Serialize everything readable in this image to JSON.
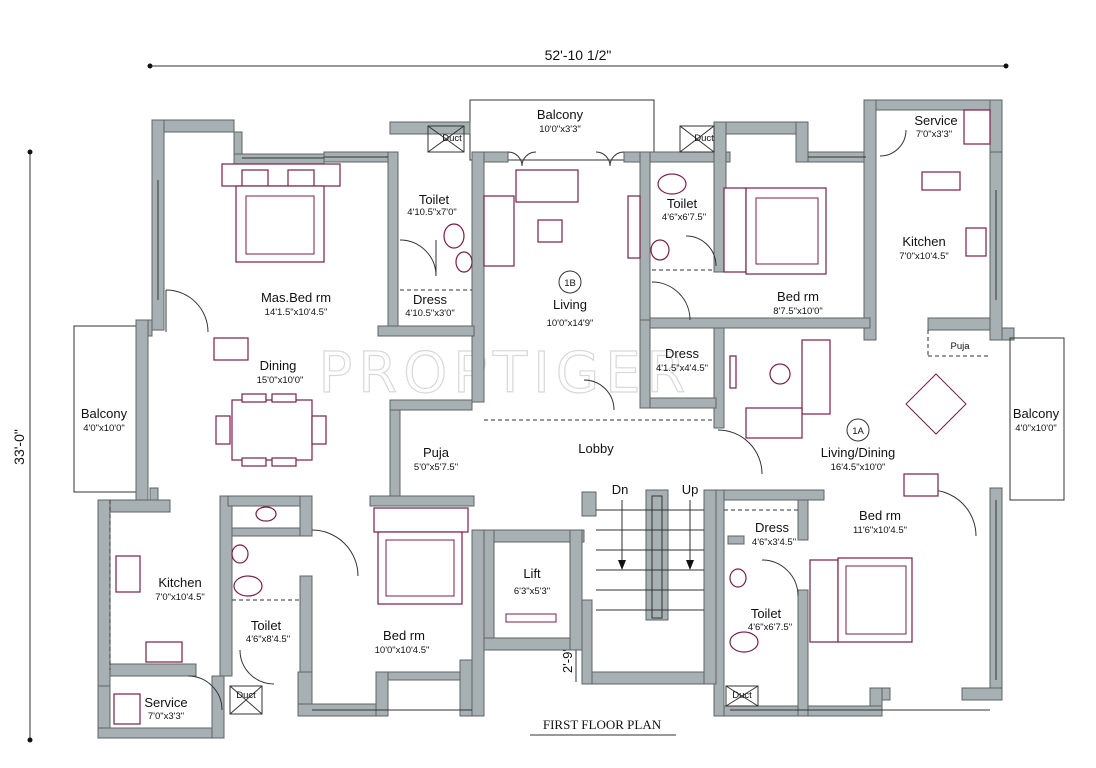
{
  "watermark": "PROPTIGER",
  "title": "FIRST FLOOR PLAN",
  "dimensions": {
    "overall_width": "52'-10 1/2\"",
    "overall_height": "33'-0\"",
    "stair_gap": "2'-9\""
  },
  "rooms": {
    "balcony_top": {
      "name": "Balcony",
      "size": "10'0\"x3'3\""
    },
    "service_top": {
      "name": "Service",
      "size": "7'0\"x3'3\""
    },
    "duct": "Duct",
    "toilet_1": {
      "name": "Toilet",
      "size": "4'10.5\"x7'0\""
    },
    "toilet_2": {
      "name": "Toilet",
      "size": "4'6\"x6'7.5\""
    },
    "toilet_3": {
      "name": "Toilet",
      "size": "4'6\"x8'4.5\""
    },
    "toilet_4": {
      "name": "Toilet",
      "size": "4'6\"x6'7.5\""
    },
    "kitchen_right": {
      "name": "Kitchen",
      "size": "7'0\"x10'4.5\""
    },
    "kitchen_left": {
      "name": "Kitchen",
      "size": "7'0\"x10'4.5\""
    },
    "mas_bed": {
      "name": "Mas.Bed rm",
      "size": "14'1.5\"x10'4.5\""
    },
    "dress_1": {
      "name": "Dress",
      "size": "4'10.5\"x3'0\""
    },
    "living_1b": {
      "name": "Living",
      "size": "10'0\"x14'9\"",
      "tag": "1B"
    },
    "bed_top_right": {
      "name": "Bed rm",
      "size": "8'7.5\"x10'0\""
    },
    "dress_2": {
      "name": "Dress",
      "size": "4'1.5\"x4'4.5\""
    },
    "puja_right": {
      "name": "Puja"
    },
    "dining": {
      "name": "Dining",
      "size": "15'0\"x10'0\""
    },
    "balcony_left": {
      "name": "Balcony",
      "size": "4'0\"x10'0\""
    },
    "balcony_right": {
      "name": "Balcony",
      "size": "4'0\"x10'0\""
    },
    "living_dining_1a": {
      "name": "Living/Dining",
      "size": "16'4.5\"x10'0\"",
      "tag": "1A"
    },
    "puja_left": {
      "name": "Puja",
      "size": "5'0\"x5'7.5\""
    },
    "lobby": {
      "name": "Lobby"
    },
    "stairs": {
      "down": "Dn",
      "up": "Up"
    },
    "lift": {
      "name": "Lift",
      "size": "6'3\"x5'3\""
    },
    "bed_bottom_mid": {
      "name": "Bed rm",
      "size": "10'0\"x10'4.5\""
    },
    "bed_bottom_right": {
      "name": "Bed rm",
      "size": "11'6\"x10'4.5\""
    },
    "dress_3": {
      "name": "Dress",
      "size": "4'6\"x3'4.5\""
    },
    "service_bottom": {
      "name": "Service",
      "size": "7'0\"x3'3\""
    }
  }
}
